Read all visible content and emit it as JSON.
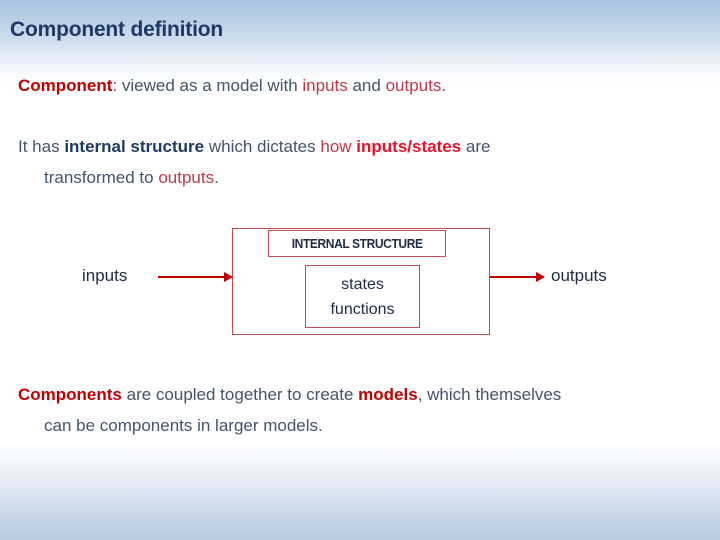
{
  "slide": {
    "title": "Component definition",
    "background_top_color": "#a9c4e2",
    "background_bottom_color": "#bacde2"
  },
  "paragraphs": {
    "p1": {
      "term": "Component",
      "colon": ":",
      "mid1": " viewed as a model with ",
      "inputs": "inputs",
      "mid2": " and ",
      "outputs": "outputs",
      "end": "."
    },
    "p2": {
      "s1": "It has ",
      "internal_structure": "internal structure",
      "s2": " which dictates ",
      "how": "how",
      "s3": " ",
      "inputs_states": "inputs/states",
      "s4": " are",
      "line2_a": "transformed to ",
      "line2_outputs": "outputs",
      "line2_b": "."
    },
    "p3": {
      "components": "Components",
      "s1": " are coupled together to create ",
      "models": "models",
      "s2": ", which themselves",
      "line2": "can be components in larger models."
    }
  },
  "diagram": {
    "label_box_text": "INTERNAL STRUCTURE",
    "inner_box_line1": "states",
    "inner_box_line2": "functions",
    "input_label": "inputs",
    "output_label": "outputs",
    "border_color": "#c0504d",
    "arrow_color": "#c00000",
    "text_color": "#1f2a44"
  }
}
